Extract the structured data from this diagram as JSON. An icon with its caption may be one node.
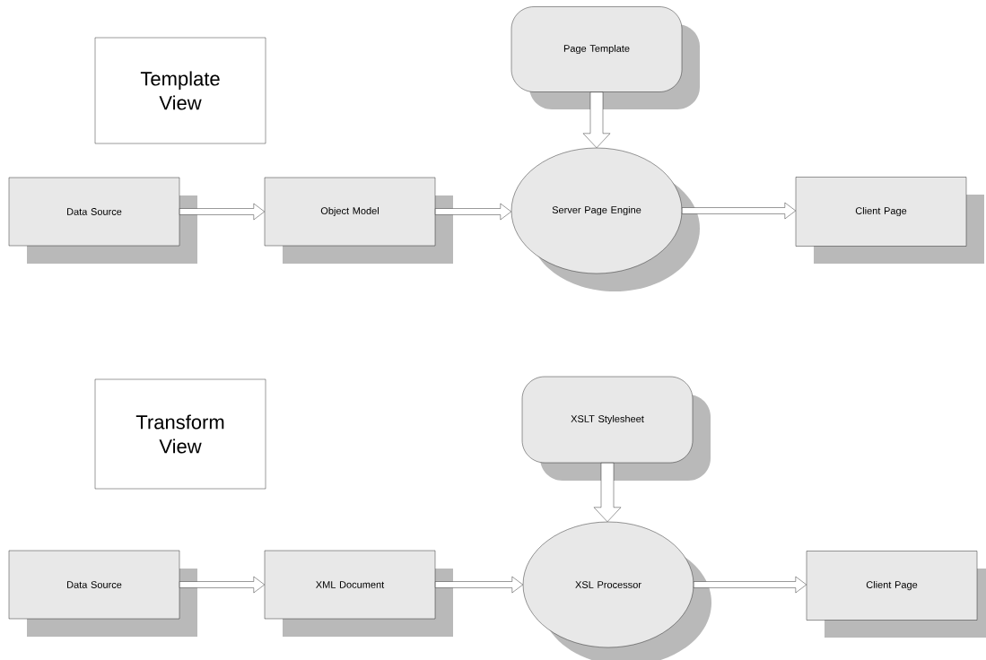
{
  "diagram": {
    "nodes": [
      {
        "text": [
          "Template View"
        ]
      },
      {
        "text": [
          "Page Template"
        ]
      },
      {
        "text": [
          "Data Source"
        ]
      },
      {
        "text": [
          "Object Model"
        ]
      },
      {
        "text": [
          "Server Page Engine"
        ]
      },
      {
        "text": [
          "Client Page"
        ]
      },
      {
        "text": [
          "Transform View"
        ]
      },
      {
        "text": [
          "XSLT Stylesheet"
        ]
      },
      {
        "text": [
          "Data Source"
        ]
      },
      {
        "text": [
          "XML Document"
        ]
      },
      {
        "text": [
          "XSL Processor"
        ]
      },
      {
        "text": [
          "Client Page"
        ]
      }
    ],
    "edges": [
      {
        "from": 2,
        "to": 3,
        "arrow": "to"
      },
      {
        "from": 3,
        "to": 4,
        "arrow": "to"
      },
      {
        "from": 1,
        "to": 4,
        "arrow": "to"
      },
      {
        "from": 4,
        "to": 5,
        "arrow": "to"
      },
      {
        "from": 8,
        "to": 9,
        "arrow": "to"
      },
      {
        "from": 9,
        "to": 10,
        "arrow": "to"
      },
      {
        "from": 7,
        "to": 10,
        "arrow": "to"
      },
      {
        "from": 10,
        "to": 11,
        "arrow": "to"
      }
    ]
  }
}
